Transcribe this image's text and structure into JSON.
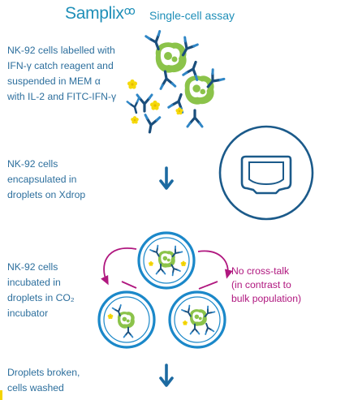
{
  "header": {
    "logo_text": "Samplix",
    "title": "Single-cell assay"
  },
  "steps": [
    {
      "lines": [
        "NK-92 cells labelled with",
        "IFN-γ catch reagent and",
        "suspended in MEM α",
        "with IL-2 and FITC-IFN-γ"
      ]
    },
    {
      "lines": [
        "NK-92 cells",
        "encapsulated in",
        "droplets on Xdrop"
      ]
    },
    {
      "lines": [
        "NK-92 cells",
        "incubated in",
        "droplets in CO₂",
        "incubator"
      ]
    },
    {
      "lines": [
        "Droplets broken,",
        "cells washed"
      ]
    }
  ],
  "side_note": {
    "lines": [
      "No cross-talk",
      "(in contrast to",
      "bulk population)"
    ]
  },
  "colors": {
    "brand_blue": "#1f8fb8",
    "text_blue": "#2d6f9d",
    "navy": "#1a4e7c",
    "arrow_blue": "#1c6aa1",
    "droplet_ring": "#1b88c9",
    "cell_green": "#8bc34a",
    "cytokine_yellow": "#f5d90a",
    "magenta": "#b0177f"
  },
  "icons": [
    "samplix-logo-icon",
    "nk-cell-icon",
    "antibody-icon",
    "ifn-gamma-icon",
    "xdrop-cartridge-icon",
    "droplet-icon",
    "down-arrow-icon",
    "curved-arrow-icon"
  ]
}
